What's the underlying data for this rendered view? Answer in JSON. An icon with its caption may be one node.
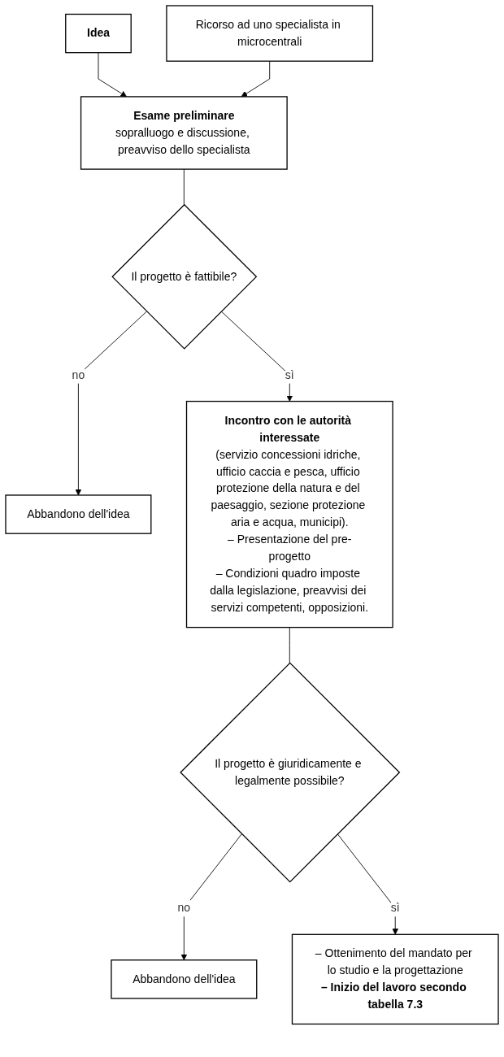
{
  "diagram": {
    "nodes": [
      {
        "text": [
          "Idea"
        ]
      },
      {
        "text": [
          "Esame preliminare",
          "sopralluogo e discussione, preavviso dello specialista"
        ]
      },
      {
        "text": [
          "Ricorso ad uno specialista in microcentrali"
        ]
      },
      {
        "text": [
          "Il progetto è fattibile?"
        ]
      },
      {
        "text": [
          "Abbandono dell'idea"
        ]
      },
      {
        "text": [
          "Incontro con le autorità interessate",
          "(servizio concessioni idriche, ufficio caccia e pesca, ufficio protezione della natura e del paesaggio, sezione protezione aria e acqua, municipi).",
          "– Presentazione del pre-progetto",
          "– Condizioni quadro imposte dalla legislazione, preavvisi dei servizi competenti, opposizioni."
        ]
      },
      {
        "text": [
          "Il progetto è giuridicamente e legalmente possibile?"
        ]
      },
      {
        "text": [
          "Abbandono dell'idea"
        ]
      },
      {
        "text": [
          "– Ottenimento del mandato per lo studio e la progettazione",
          "– Inizio del lavoro secondo tabella 7.3"
        ]
      }
    ],
    "edges": [
      {
        "from": 0,
        "to": 1,
        "arrow": "to"
      },
      {
        "from": 2,
        "to": 1,
        "arrow": "to"
      },
      {
        "from": 1,
        "to": 3,
        "arrow": "none"
      },
      {
        "from": 3,
        "to": 4,
        "label": "no",
        "arrow": "to"
      },
      {
        "from": 3,
        "to": 5,
        "label": "sì",
        "arrow": "to"
      },
      {
        "from": 5,
        "to": 6,
        "arrow": "none"
      },
      {
        "from": 6,
        "to": 7,
        "label": "no",
        "arrow": "to"
      },
      {
        "from": 6,
        "to": 8,
        "label": "sì",
        "arrow": "to"
      }
    ]
  }
}
